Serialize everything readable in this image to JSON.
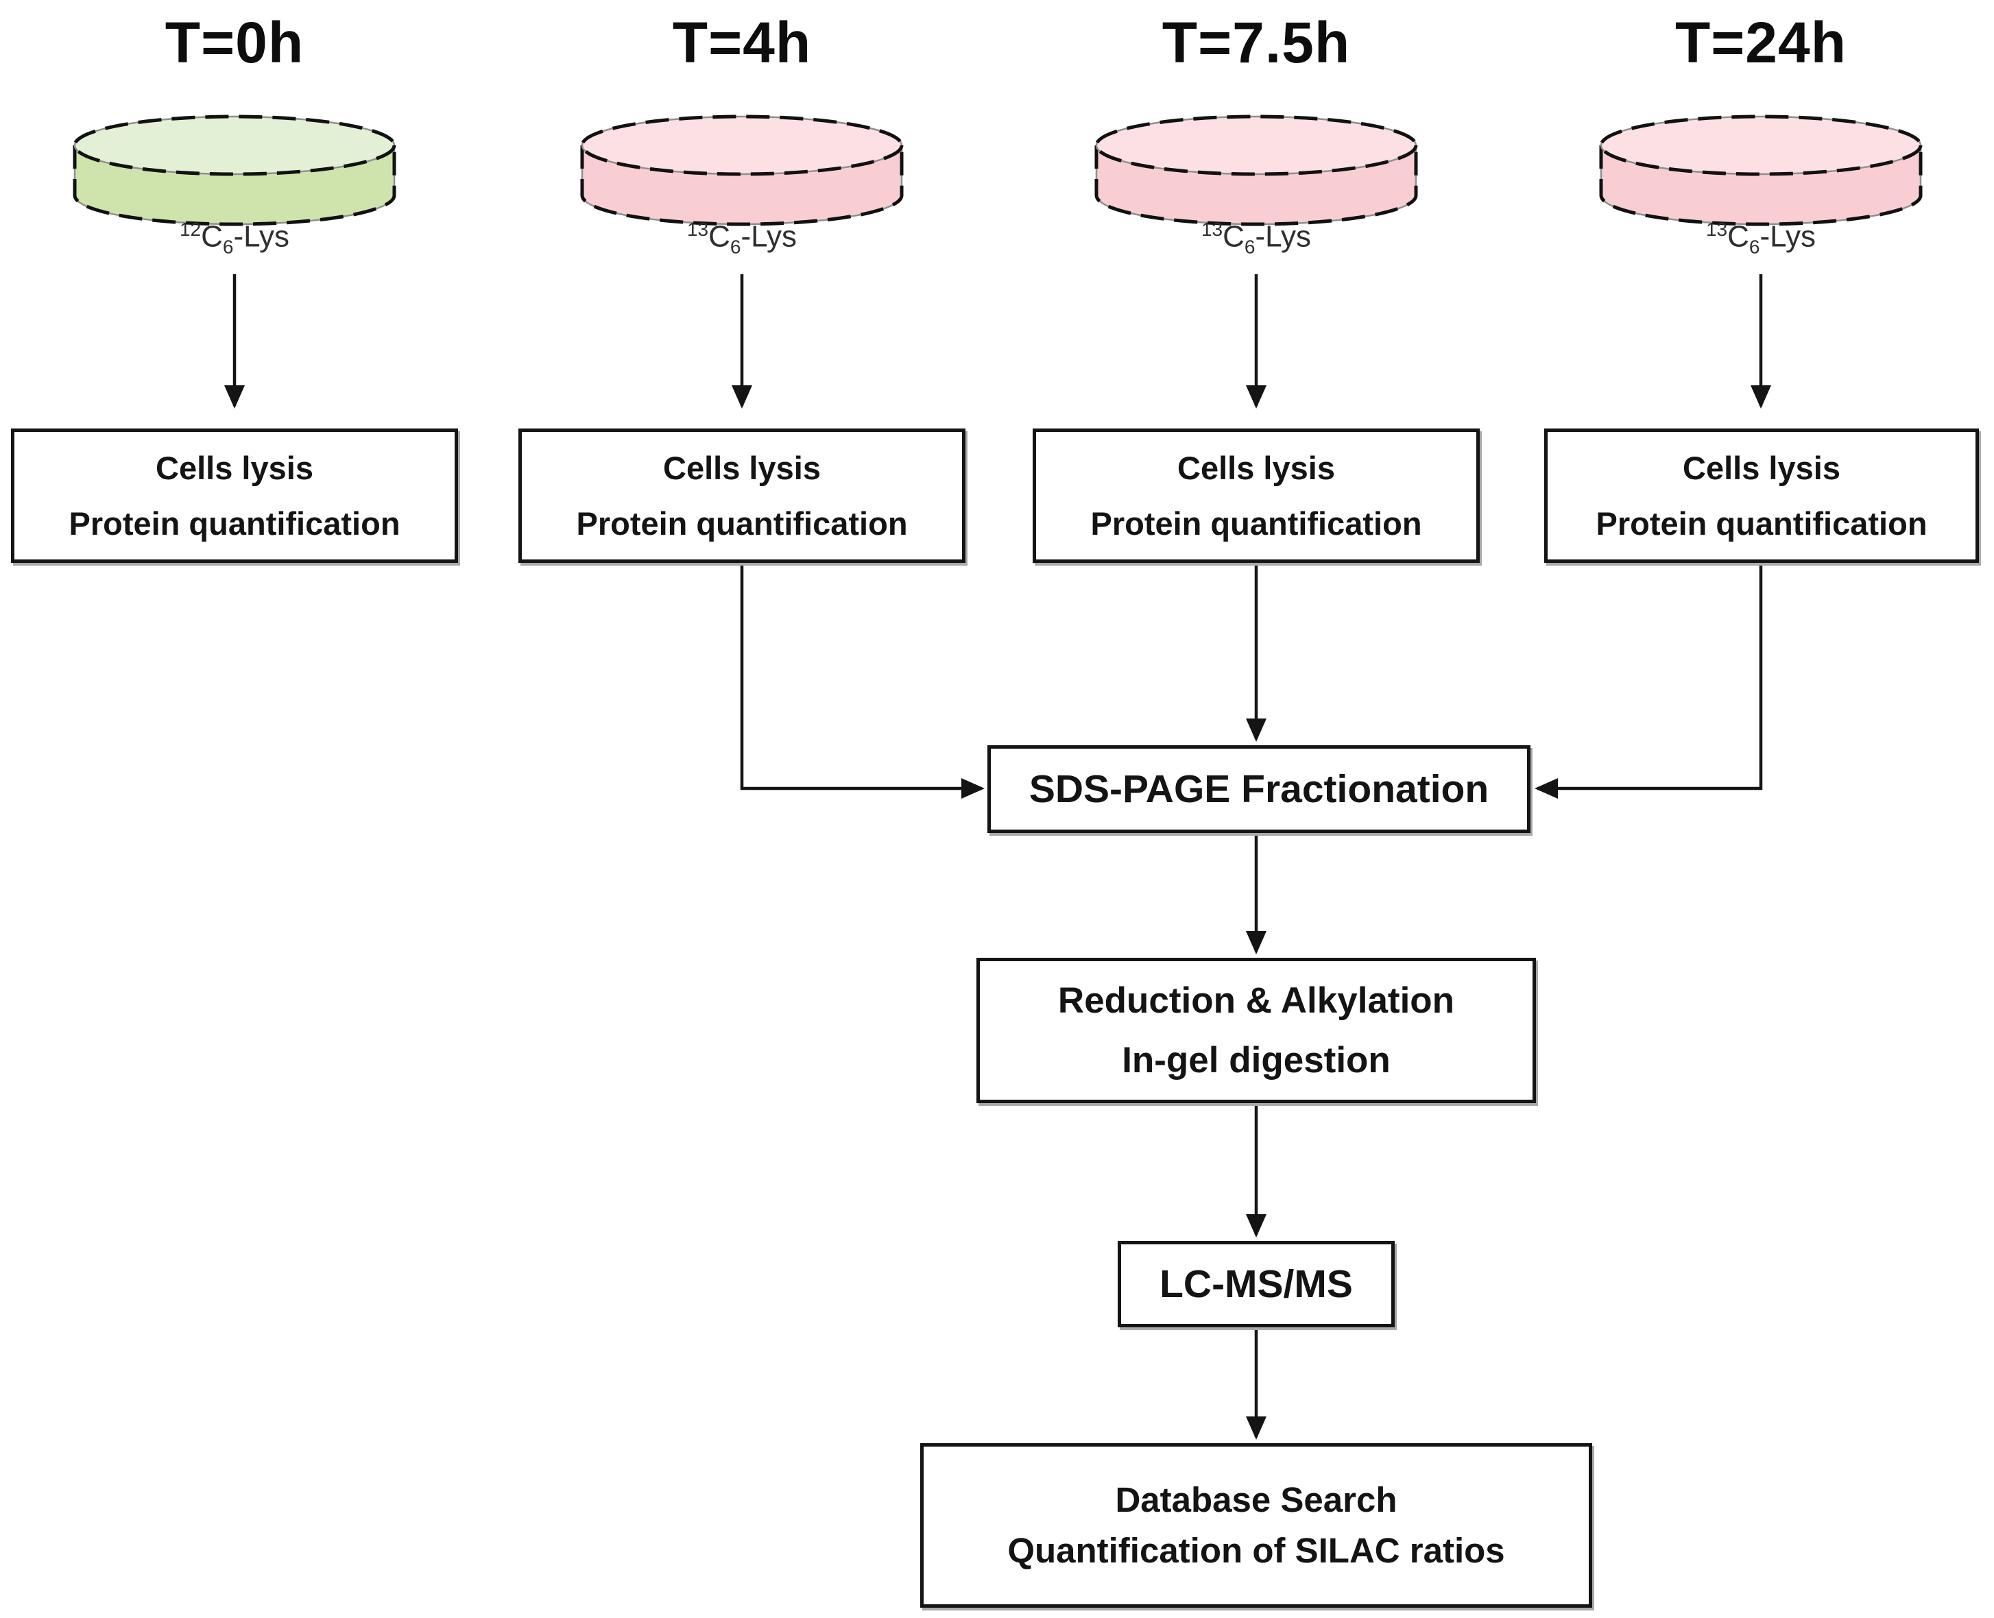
{
  "columns": [
    {
      "time": "T=0h",
      "isotope": {
        "sup": "12",
        "base": "C",
        "sub": "6",
        "suffix": "-Lys"
      },
      "dish_body_color": "#cfe4ad",
      "dish_top_color": "#e4f0d6",
      "box_lines": [
        "Cells lysis",
        "Protein quantification"
      ]
    },
    {
      "time": "T=4h",
      "isotope": {
        "sup": "13",
        "base": "C",
        "sub": "6",
        "suffix": "-Lys"
      },
      "dish_body_color": "#f9ced2",
      "dish_top_color": "#fce0e3",
      "box_lines": [
        "Cells lysis",
        "Protein quantification"
      ]
    },
    {
      "time": "T=7.5h",
      "isotope": {
        "sup": "13",
        "base": "C",
        "sub": "6",
        "suffix": "-Lys"
      },
      "dish_body_color": "#f9ced2",
      "dish_top_color": "#fce0e3",
      "box_lines": [
        "Cells lysis",
        "Protein quantification"
      ]
    },
    {
      "time": "T=24h",
      "isotope": {
        "sup": "13",
        "base": "C",
        "sub": "6",
        "suffix": "-Lys"
      },
      "dish_body_color": "#f9ced2",
      "dish_top_color": "#fce0e3",
      "box_lines": [
        "Cells lysis",
        "Protein quantification"
      ]
    }
  ],
  "pipeline": {
    "sds_page_label": "SDS-PAGE Fractionation",
    "reduction_lines": [
      "Reduction & Alkylation",
      "In-gel digestion"
    ],
    "lcms_label": "LC-MS/MS",
    "database_lines": [
      "Database Search",
      "Quantification of SILAC ratios"
    ]
  },
  "colors": {
    "connector_line": "#141414",
    "box_border": "#141414",
    "dish_outline": "#111111",
    "label_text": "#2f2f2f"
  }
}
